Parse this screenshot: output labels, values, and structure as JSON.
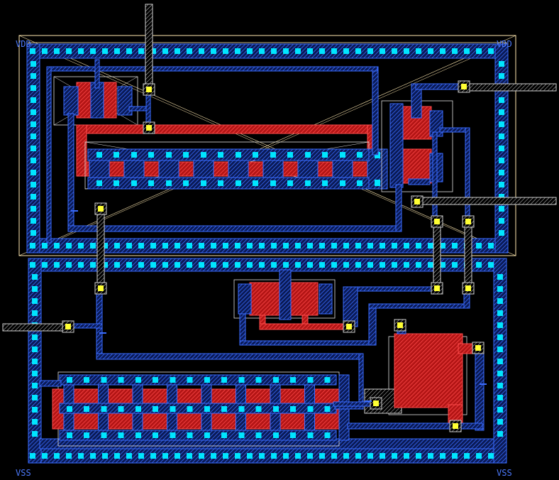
{
  "labels": {
    "vdd_left": "VDD",
    "vdd_right": "VDD",
    "vss_left": "VSS",
    "vss_right": "VSS"
  },
  "colors": {
    "metal1": "#2f5cff",
    "poly": "#ff2a2a",
    "contact": "#00e5ff",
    "via": "#ffff33",
    "boundary": "#ffe9b0"
  }
}
